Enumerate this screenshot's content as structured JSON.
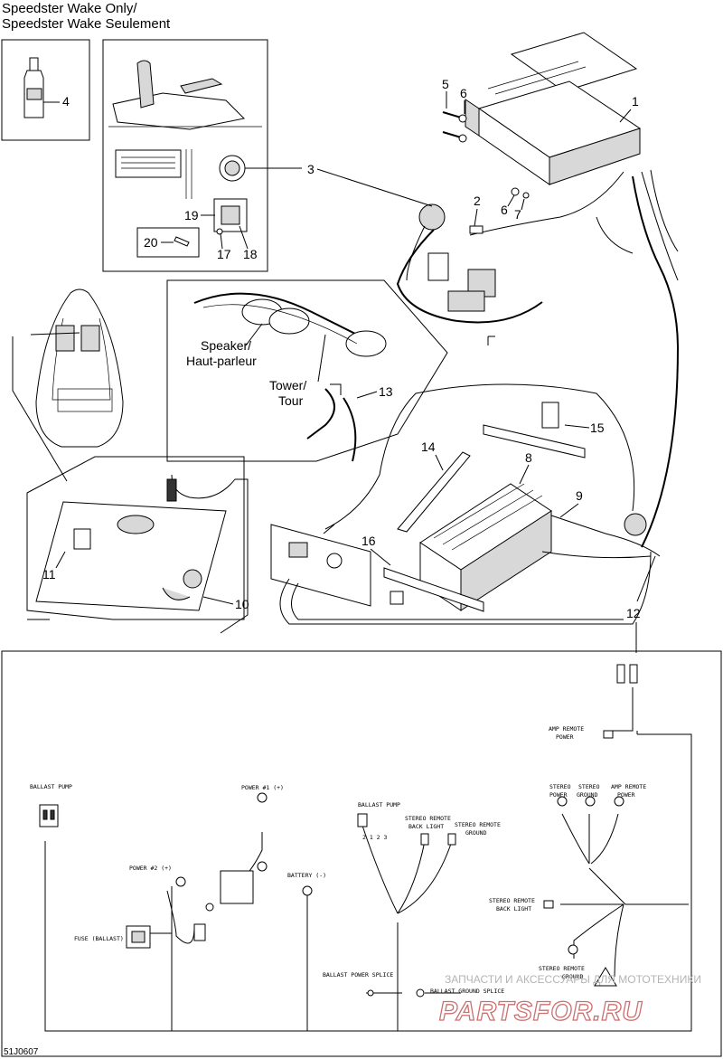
{
  "title": {
    "line1": "Speedster Wake Only/",
    "line2": "Speedster Wake Seulement"
  },
  "callouts": [
    "1",
    "2",
    "3",
    "4",
    "5",
    "6",
    "6",
    "7",
    "8",
    "9",
    "10",
    "11",
    "12",
    "13",
    "14",
    "15",
    "16",
    "17",
    "18",
    "19",
    "20"
  ],
  "labels": {
    "speaker_line1": "Speaker/",
    "speaker_line2": "Haut-parleur",
    "tower_line1": "Tower/",
    "tower_line2": "Tour"
  },
  "schematic": {
    "amp_remote_power_1_l1": "AMP REMOTE",
    "amp_remote_power_1_l2": "POWER",
    "stereo_power_l1": "STEREO",
    "stereo_power_l2": "POWER",
    "stereo_ground_l1": "STEREO",
    "stereo_ground_l2": "GROUND",
    "amp_remote_power_2_l1": "AMP REMOTE",
    "amp_remote_power_2_l2": "POWER",
    "ballast_pump_1": "BALLAST PUMP",
    "power_1": "POWER #1 (+)",
    "ballast_pump_2": "BALLAST PUMP",
    "stereo_remote_back_light_1_l1": "STEREO REMOTE",
    "stereo_remote_back_light_1_l2": "BACK LIGHT",
    "stereo_remote_ground_1_l1": "STEREO REMOTE",
    "stereo_remote_ground_1_l2": "GROUND",
    "power_2": "POWER #2 (+)",
    "battery": "BATTERY (-)",
    "fuse_ballast": "FUSE (BALLAST)",
    "stereo_remote_back_light_2_l1": "STEREO REMOTE",
    "stereo_remote_back_light_2_l2": "BACK LIGHT",
    "stereo_remote_ground_2_l1": "STEREO REMOTE",
    "stereo_remote_ground_2_l2": "GROUND",
    "ballast_power_splice": "BALLAST POWER SPLICE",
    "ballast_ground_splice": "BALLAST GROUND SPLICE",
    "pump_pins": "2 1 2 3"
  },
  "watermark": {
    "line1": "ЗАПЧАСТИ И АКСЕССУАРЫ ДЛЯ МОТОТЕХНИКИ",
    "line2": "PARTSFOR.RU"
  },
  "figure_code": "51J0607"
}
